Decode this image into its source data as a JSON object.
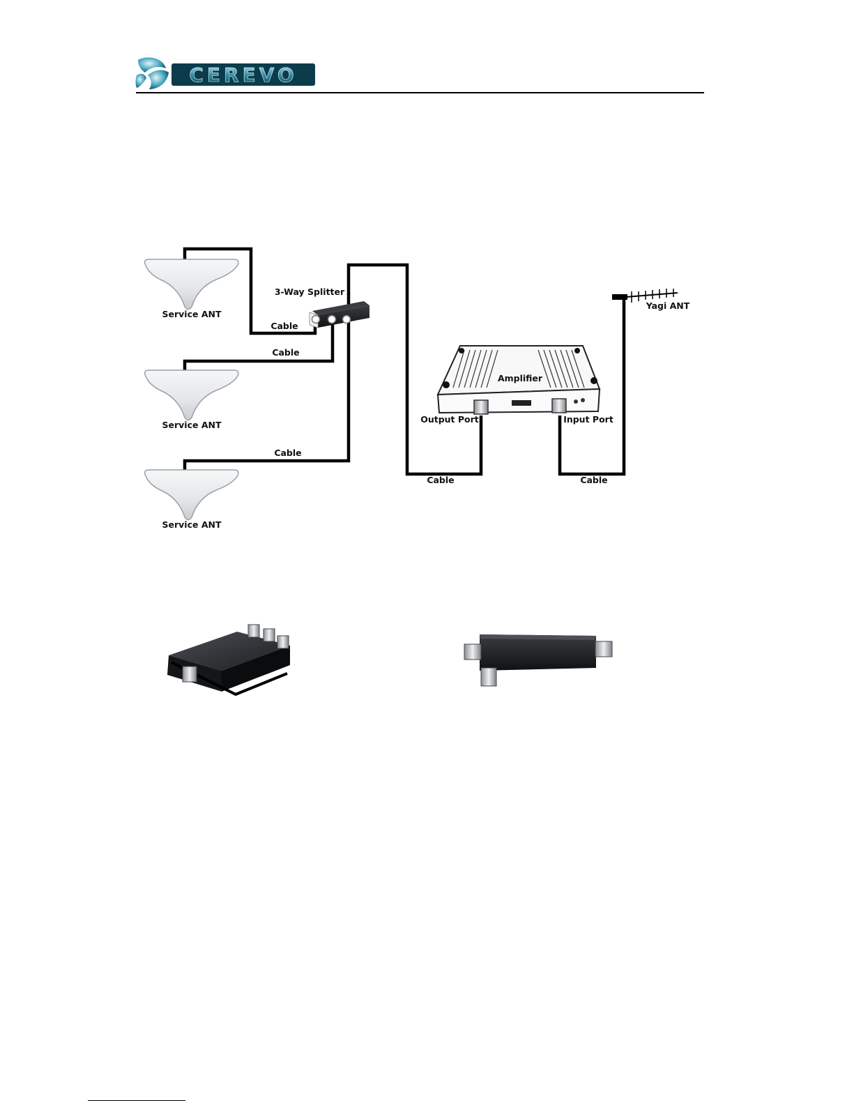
{
  "header": {
    "logo_text": "CEREVO"
  },
  "diagram": {
    "labels": {
      "service_ant_1": "Service ANT",
      "service_ant_2": "Service ANT",
      "service_ant_3": "Service ANT",
      "splitter": "3-Way Splitter",
      "yagi": "Yagi ANT",
      "amplifier": "Amplifier",
      "output_port": "Output Port",
      "input_port": "Input Port",
      "cable_1": "Cable",
      "cable_2": "Cable",
      "cable_3": "Cable",
      "cable_4": "Cable",
      "cable_5": "Cable"
    }
  },
  "colors": {
    "logo_teal": "#2e8fa6",
    "logo_dark": "#0c3c4c",
    "cable": "#000000"
  }
}
